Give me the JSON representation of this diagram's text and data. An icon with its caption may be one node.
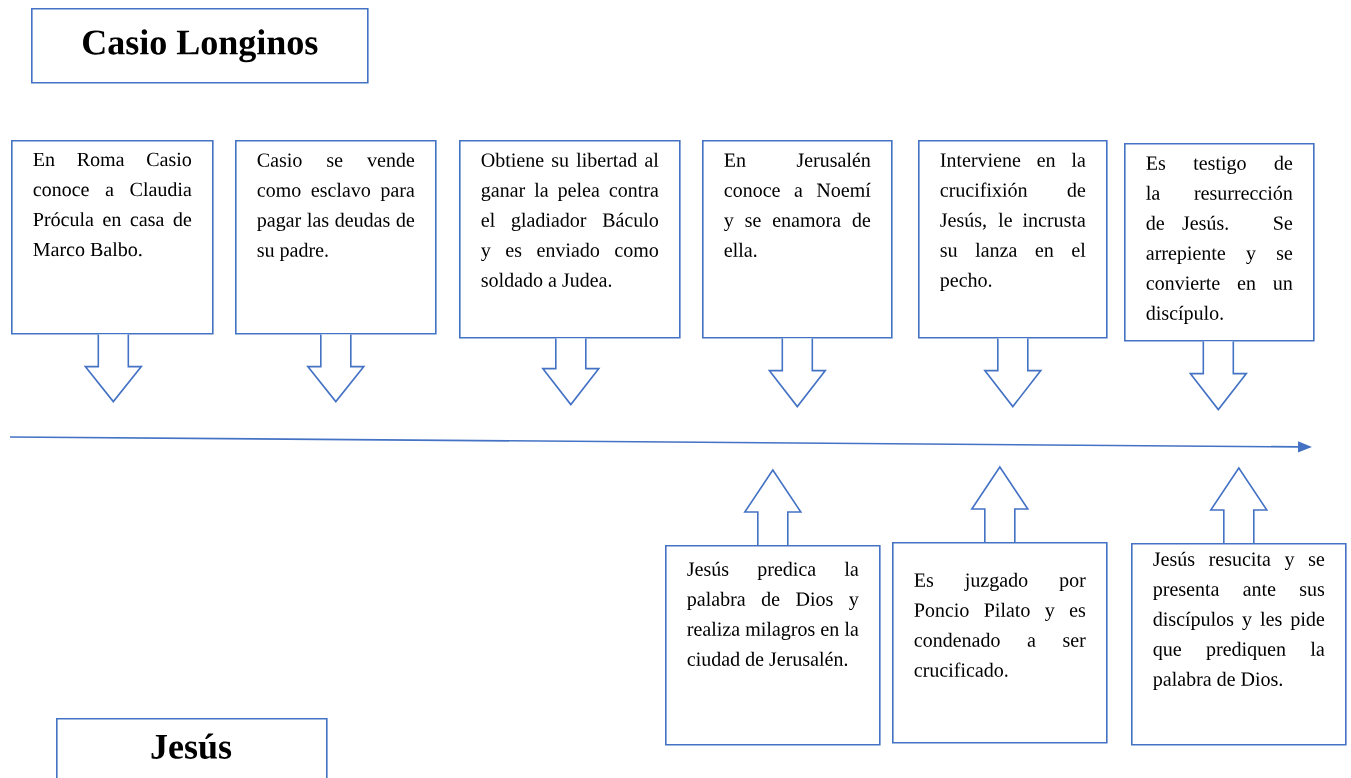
{
  "diagram": {
    "nodes": [
      {
        "text": [
          "Casio Longinos"
        ]
      },
      {
        "text": [
          "En Roma Casio conoce a Claudia Prócula en casa de Marco Balbo."
        ]
      },
      {
        "text": [
          "Casio se vende como esclavo para pagar las deudas de su padre."
        ]
      },
      {
        "text": [
          "Obtiene su libertad al ganar la pelea contra el gladiador Báculo y es enviado como soldado a Judea."
        ]
      },
      {
        "text": [
          "En Jerusalén conoce a Noemí y se enamora de ella."
        ]
      },
      {
        "text": [
          "Interviene en la crucifixión de Jesús, le incrusta su lanza en el pecho."
        ]
      },
      {
        "text": [
          "Es testigo de la resurrección de Jesús. Se arrepiente y se convierte en un discípulo."
        ]
      },
      {
        "text": [
          "Jesús predica la palabra de Dios y realiza milagros en la ciudad de Jerusalén."
        ]
      },
      {
        "text": [
          "Es juzgado por Poncio Pilato y es condenado a ser crucificado."
        ]
      },
      {
        "text": [
          "Jesús resucita y se presenta ante sus discípulos y les pide que prediquen la palabra de Dios."
        ]
      },
      {
        "text": [
          "Jesús"
        ]
      }
    ],
    "edges": [
      {
        "from": 1,
        "to": null,
        "arrow": "to"
      },
      {
        "from": 2,
        "to": null,
        "arrow": "to"
      },
      {
        "from": 3,
        "to": null,
        "arrow": "to"
      },
      {
        "from": 4,
        "to": null,
        "arrow": "to"
      },
      {
        "from": 5,
        "to": null,
        "arrow": "to"
      },
      {
        "from": 6,
        "to": null,
        "arrow": "to"
      },
      {
        "from": 7,
        "to": null,
        "arrow": "to"
      },
      {
        "from": 8,
        "to": null,
        "arrow": "to"
      },
      {
        "from": 9,
        "to": null,
        "arrow": "to"
      }
    ]
  }
}
